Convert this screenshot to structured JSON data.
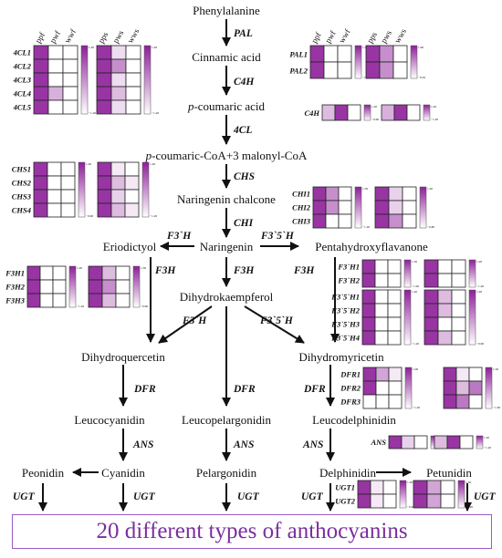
{
  "colors": {
    "low": "#ffffff",
    "high": "#8d1f99",
    "border": "#222222",
    "final_text": "#7a2e9e",
    "final_border": "#9a5bc8"
  },
  "compounds": {
    "phenylalanine": "Phenylalanine",
    "cinnamic": "Cinnamic acid",
    "pcoumaric_prefix": "p",
    "pcoumaric": "-coumaric acid",
    "pcoumaroylcoa_prefix": "p",
    "pcoumaroylcoa": "-coumaric-CoA+3 malonyl-CoA",
    "naringenin_chalcone": "Naringenin chalcone",
    "eriodictyol": "Eriodictyol",
    "naringenin": "Naringenin",
    "pentahydroxyflavanone": "Pentahydroxyflavanone",
    "dihydrokaempferol": "Dihydrokaempferol",
    "dihydroquercetin": "Dihydroquercetin",
    "dihydromyricetin": "Dihydromyricetin",
    "leucocyanidin": "Leucocyanidin",
    "leucopelargonidin": "Leucopelargonidin",
    "leucodelphinidin": "Leucodelphinidin",
    "peonidin": "Peonidin",
    "cyanidin": "Cyanidin",
    "pelargonidin": "Pelargonidin",
    "delphinidin": "Delphinidin",
    "petunidin": "Petunidin"
  },
  "enzymes": {
    "pal": "PAL",
    "c4h": "C4H",
    "fourcl": "4CL",
    "chs": "CHS",
    "chi": "CHI",
    "f3h_left": "F3H",
    "f3h_mid": "F3H",
    "f3h_right": "F3H",
    "f3ph_top": "F3`H",
    "f35h_top": "F3`5`H",
    "f3ph_mid": "F3`H",
    "f35h_mid": "F3`5`H",
    "dfr_left": "DFR",
    "dfr_mid": "DFR",
    "dfr_right": "DFR",
    "ans_left": "ANS",
    "ans_mid": "ANS",
    "ans_right": "ANS",
    "ugt_1": "UGT",
    "ugt_2": "UGT",
    "ugt_3": "UGT",
    "ugt_4": "UGT",
    "ugt_5": "UGT"
  },
  "final_text": "20 different types of anthocyanins",
  "heatmaps": [
    {
      "name": "4cl-left",
      "genes": [
        "4CL1",
        "4CL2",
        "4CL3",
        "4CL4",
        "4CL5"
      ],
      "cols": [
        "ppf",
        "pwf",
        "wwf"
      ],
      "values": [
        [
          0.9,
          0,
          0
        ],
        [
          0.9,
          0,
          0
        ],
        [
          0.9,
          0,
          0
        ],
        [
          0.9,
          0.35,
          0
        ],
        [
          0.9,
          0,
          0
        ]
      ],
      "scale": [
        "1.20",
        "−1.20"
      ]
    },
    {
      "name": "4cl-right",
      "cols": [
        "pps",
        "pws",
        "wws"
      ],
      "values": [
        [
          0.9,
          0.15,
          0
        ],
        [
          0.9,
          0.5,
          0
        ],
        [
          0.9,
          0.15,
          0
        ],
        [
          0.9,
          0.3,
          0
        ],
        [
          0.9,
          0.15,
          0
        ]
      ],
      "scale": [
        "1.20",
        "−1.20"
      ]
    },
    {
      "name": "pal-left",
      "genes": [
        "PAL1",
        "PAL2"
      ],
      "cols": [
        "ppf",
        "pwf",
        "wwf"
      ],
      "values": [
        [
          0.9,
          0,
          0
        ],
        [
          0.9,
          0,
          0
        ]
      ],
      "scale": [
        "1.20",
        "−1.20"
      ]
    },
    {
      "name": "pal-right",
      "cols": [
        "pps",
        "pws",
        "wws"
      ],
      "values": [
        [
          0.9,
          0.5,
          0
        ],
        [
          0.9,
          0.5,
          0
        ]
      ],
      "scale": [
        "1.00",
        "−0.50"
      ]
    },
    {
      "name": "c4h-left",
      "genes": [
        "C4H"
      ],
      "values": [
        [
          0.3,
          0.9,
          0
        ]
      ],
      "scale": [
        "1.20",
        "−0.60"
      ]
    },
    {
      "name": "c4h-right",
      "values": [
        [
          0.35,
          0.9,
          0
        ]
      ],
      "scale": [
        "1.20",
        "−1.20"
      ]
    },
    {
      "name": "chs-left",
      "genes": [
        "CHS1",
        "CHS2",
        "CHS3",
        "CHS4"
      ],
      "values": [
        [
          0.9,
          0,
          0
        ],
        [
          0.9,
          0,
          0
        ],
        [
          0.9,
          0,
          0
        ],
        [
          0.9,
          0,
          0
        ]
      ],
      "scale": [
        "1.20",
        "−0.90"
      ]
    },
    {
      "name": "chs-right",
      "values": [
        [
          0.9,
          0.1,
          0
        ],
        [
          0.9,
          0.3,
          0.1
        ],
        [
          0.9,
          0.2,
          0
        ],
        [
          0.9,
          0.3,
          0.1
        ]
      ],
      "scale": [
        "1.20",
        "−1.20"
      ]
    },
    {
      "name": "chi-left",
      "genes": [
        "CHI1",
        "CHI2",
        "CHI3"
      ],
      "values": [
        [
          0.9,
          0.5,
          0
        ],
        [
          0.9,
          0.5,
          0
        ],
        [
          0.9,
          0,
          0
        ]
      ],
      "scale": [
        "1.50",
        "−1.20"
      ]
    },
    {
      "name": "chi-right",
      "values": [
        [
          0.9,
          0.2,
          0
        ],
        [
          0.9,
          0.2,
          0
        ],
        [
          0.9,
          0.5,
          0
        ]
      ],
      "scale": [
        "1.20",
        "−0.80"
      ]
    },
    {
      "name": "f3h-left",
      "genes": [
        "F3H1",
        "F3H2",
        "F3H3"
      ],
      "values": [
        [
          0.9,
          0,
          0
        ],
        [
          0.9,
          0,
          0
        ],
        [
          0.9,
          0,
          0
        ]
      ],
      "scale": [
        "1.20",
        "−1.20"
      ]
    },
    {
      "name": "f3h-right",
      "values": [
        [
          0.9,
          0.3,
          0
        ],
        [
          0.9,
          0.5,
          0
        ],
        [
          0.9,
          0.3,
          0
        ]
      ],
      "scale": [
        "1.50",
        "−0.90"
      ]
    },
    {
      "name": "f3ph-left",
      "genes": [
        "F3`H1",
        "F3`H2"
      ],
      "values": [
        [
          0.9,
          0,
          0
        ],
        [
          0.9,
          0,
          0
        ]
      ],
      "scale": [
        "1.50",
        "−1.00"
      ]
    },
    {
      "name": "f3ph-right",
      "values": [
        [
          0.9,
          0,
          0
        ],
        [
          0.9,
          0,
          0
        ]
      ],
      "scale": [
        "1.20",
        "−1.20"
      ]
    },
    {
      "name": "f35h-left",
      "genes": [
        "F3`5`H1",
        "F3`5`H2",
        "F3`5`H3",
        "F3`5`H4"
      ],
      "values": [
        [
          0.9,
          0,
          0
        ],
        [
          0.9,
          0,
          0
        ],
        [
          0.9,
          0,
          0
        ],
        [
          0.9,
          0,
          0
        ]
      ],
      "scale": [
        "1.20",
        "−1.20"
      ]
    },
    {
      "name": "f35h-right",
      "values": [
        [
          0.9,
          0.3,
          0
        ],
        [
          0.9,
          0.3,
          0
        ],
        [
          0.9,
          0,
          0
        ],
        [
          0.9,
          0.3,
          0
        ]
      ],
      "scale": [
        "1.20",
        "−0.90"
      ]
    },
    {
      "name": "dfr-left",
      "genes": [
        "DFR1",
        "DFR2",
        "DFR3"
      ],
      "values": [
        [
          0.9,
          0.4,
          0.1
        ],
        [
          0.9,
          0,
          0
        ],
        [
          0,
          0,
          0
        ]
      ],
      "scale": [
        "1.00",
        "−1.20"
      ]
    },
    {
      "name": "dfr-right",
      "values": [
        [
          0.9,
          0.1,
          0
        ],
        [
          0.9,
          0.3,
          0.6
        ],
        [
          0.9,
          0.6,
          0
        ]
      ],
      "scale": [
        "1.50",
        "−1.00"
      ]
    },
    {
      "name": "ans-left",
      "genes": [
        "ANS"
      ],
      "values": [
        [
          0.9,
          0.2,
          0
        ]
      ],
      "scale": [
        "1.20",
        "−0.60"
      ]
    },
    {
      "name": "ans-right",
      "values": [
        [
          0.3,
          0.9,
          0
        ]
      ],
      "scale": [
        "1.20",
        "−1.20"
      ]
    },
    {
      "name": "ugt-left",
      "genes": [
        "UGT1",
        "UGT2"
      ],
      "values": [
        [
          0.9,
          0.1,
          0
        ],
        [
          0.9,
          0.1,
          0
        ]
      ],
      "scale": [
        "1.20",
        "−0.90"
      ]
    },
    {
      "name": "ugt-right",
      "values": [
        [
          0.9,
          0.4,
          0
        ],
        [
          0.9,
          0.4,
          0
        ]
      ],
      "scale": [
        "1.50",
        "−1.20"
      ]
    }
  ]
}
